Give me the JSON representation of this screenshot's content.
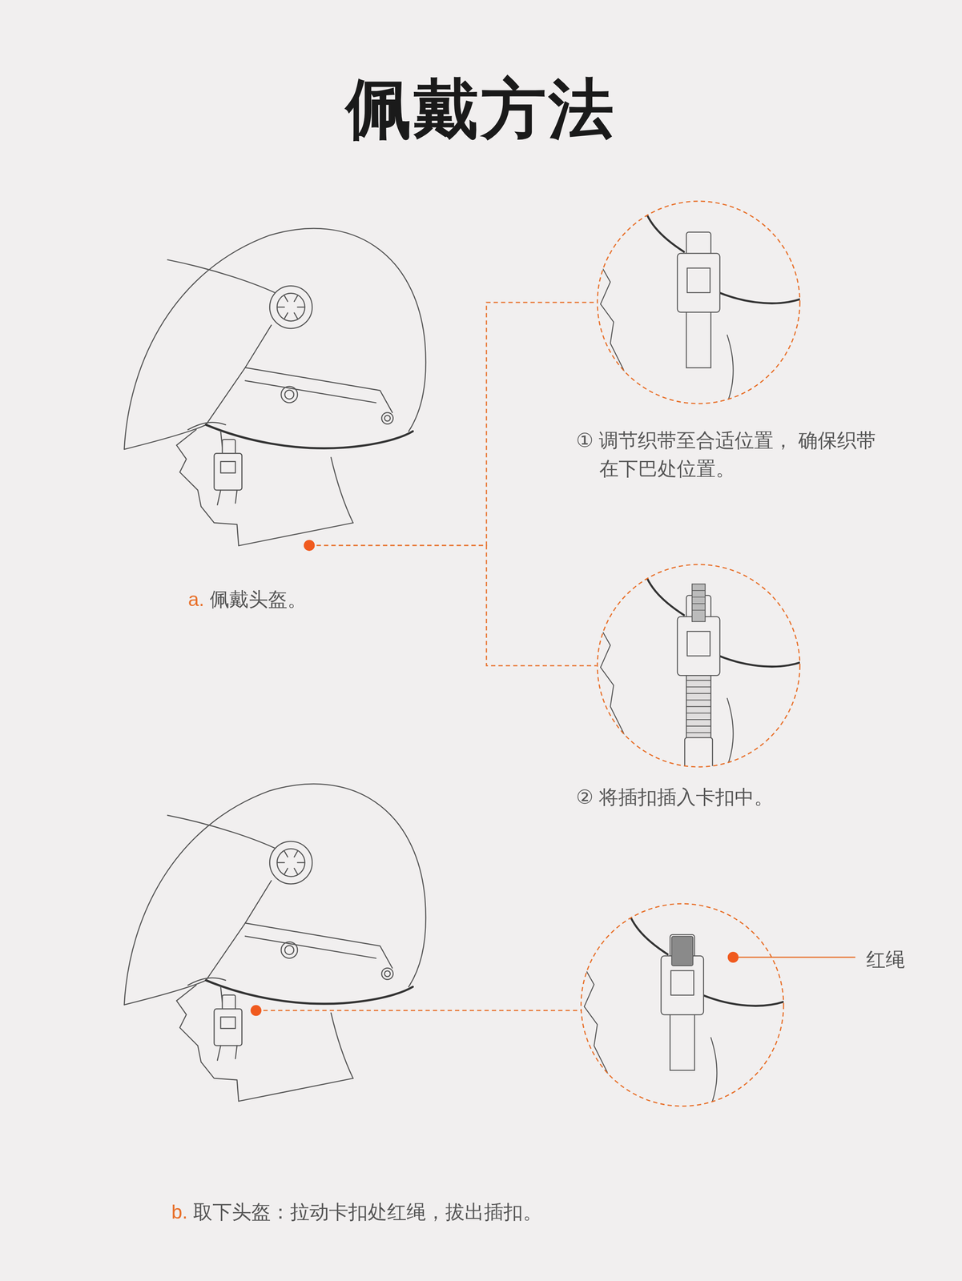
{
  "diagram": {
    "title": "佩戴方法",
    "nodes": [
      {
        "text": [
          "a. 佩戴头盔。"
        ]
      },
      {
        "text": [
          "① 调节织带至合适位置， 确保织带在下巴处位置。"
        ]
      },
      {
        "text": [
          "② 将插扣插入卡扣中。"
        ]
      },
      {
        "text": [
          "b. 取下头盔：拉动卡扣处红绳，拔出插扣。"
        ]
      },
      {
        "text": [
          "红绳"
        ]
      }
    ],
    "edges": [
      {
        "from": 0,
        "to": 1,
        "arrow": "none"
      },
      {
        "from": 0,
        "to": 2,
        "arrow": "none"
      },
      {
        "from": 3,
        "to": 4,
        "arrow": "none"
      }
    ]
  }
}
